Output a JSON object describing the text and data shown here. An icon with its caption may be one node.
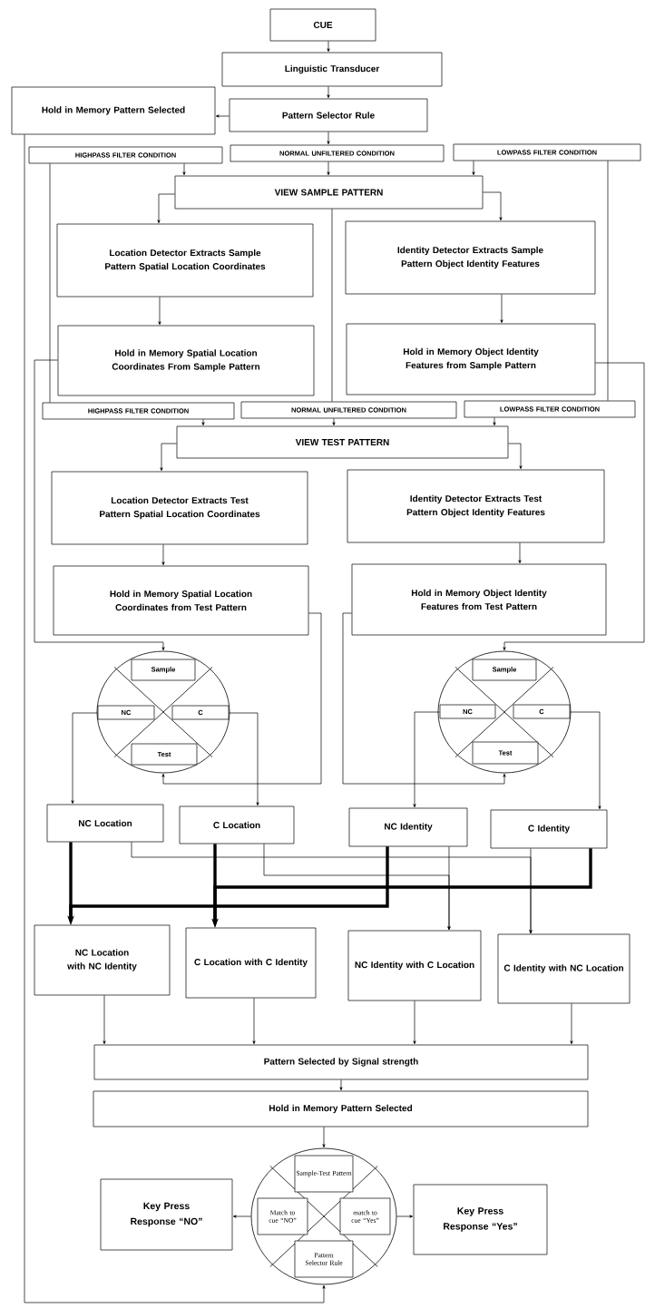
{
  "diagram": {
    "nodes": [
      {
        "text": [
          "CUE"
        ]
      },
      {
        "text": [
          "Linguistic Transducer"
        ]
      },
      {
        "text": [
          "Hold in Memory Pattern Selected"
        ]
      },
      {
        "text": [
          "Pattern Selector Rule"
        ]
      },
      {
        "text": [
          "HIGHPASS FILTER CONDITION"
        ]
      },
      {
        "text": [
          "NORMAL UNFILTERED CONDITION"
        ]
      },
      {
        "text": [
          "LOWPASS FILTER CONDITION"
        ]
      },
      {
        "text": [
          "VIEW SAMPLE PATTERN"
        ]
      },
      {
        "text": [
          "Location Detector Extracts Sample Pattern Spatial Location Coordinates"
        ]
      },
      {
        "text": [
          "Identity Detector Extracts Sample Pattern Object Identity Features"
        ]
      },
      {
        "text": [
          "Hold in Memory Spatial Location Coordinates From Sample Pattern"
        ]
      },
      {
        "text": [
          "Hold in Memory Object Identity Features from Sample Pattern"
        ]
      },
      {
        "text": [
          "HIGHPASS FILTER CONDITION"
        ]
      },
      {
        "text": [
          "NORMAL UNFILTERED CONDITION"
        ]
      },
      {
        "text": [
          "LOWPASS FILTER CONDITION"
        ]
      },
      {
        "text": [
          "VIEW TEST PATTERN"
        ]
      },
      {
        "text": [
          "Location Detector Extracts Test Pattern Spatial Location Coordinates"
        ]
      },
      {
        "text": [
          "Identity Detector Extracts Test Pattern Object Identity Features"
        ]
      },
      {
        "text": [
          "Hold in Memory Spatial Location Coordinates from Test Pattern"
        ]
      },
      {
        "text": [
          "Hold in Memory Object Identity Features from Test Pattern"
        ]
      },
      {
        "text": [],
        "shape": "circle"
      },
      {
        "text": [
          "Sample"
        ],
        "in": 20
      },
      {
        "text": [
          "NC"
        ],
        "in": 20
      },
      {
        "text": [
          "C"
        ],
        "in": 20
      },
      {
        "text": [
          "Test"
        ],
        "in": 20
      },
      {
        "text": [],
        "shape": "circle"
      },
      {
        "text": [
          "Sample"
        ],
        "in": 25
      },
      {
        "text": [
          "NC"
        ],
        "in": 25
      },
      {
        "text": [
          "C"
        ],
        "in": 25
      },
      {
        "text": [
          "Test"
        ],
        "in": 25
      },
      {
        "text": [
          "NC Location"
        ]
      },
      {
        "text": [
          "C Location"
        ]
      },
      {
        "text": [
          "NC Identity"
        ]
      },
      {
        "text": [
          "C Identity"
        ]
      },
      {
        "text": [
          "NC Location with NC Identity"
        ]
      },
      {
        "text": [
          "C Location with C Identity"
        ]
      },
      {
        "text": [
          "NC Identity with C Location"
        ]
      },
      {
        "text": [
          "C Identity with NC Location"
        ]
      },
      {
        "text": [
          "Pattern Selected by Signal strength"
        ]
      },
      {
        "text": [
          "Hold in Memory Pattern Selected"
        ]
      },
      {
        "text": [],
        "shape": "circle"
      },
      {
        "text": [
          "Sample-Test Pattern"
        ],
        "in": 40
      },
      {
        "text": [
          "Match to cue “NO”"
        ],
        "in": 40
      },
      {
        "text": [
          "match to cue “Yes”"
        ],
        "in": 40
      },
      {
        "text": [
          "Pattern Selector Rule"
        ],
        "in": 40
      },
      {
        "text": [
          "Key Press Response “NO”"
        ]
      },
      {
        "text": [
          "Key Press Response “Yes”"
        ]
      }
    ],
    "edges": [
      {
        "from": 0,
        "to": 1,
        "arrow": "to"
      },
      {
        "from": 1,
        "to": 3,
        "arrow": "to"
      },
      {
        "from": 3,
        "to": 2,
        "arrow": "to"
      },
      {
        "from": 3,
        "to": 5,
        "arrow": "to"
      },
      {
        "from": 4,
        "to": 7,
        "arrow": "to"
      },
      {
        "from": 5,
        "to": 7,
        "arrow": "to"
      },
      {
        "from": 6,
        "to": 7,
        "arrow": "to"
      },
      {
        "from": 7,
        "to": 8,
        "arrow": "to"
      },
      {
        "from": 7,
        "to": 9,
        "arrow": "to"
      },
      {
        "from": 8,
        "to": 10,
        "arrow": "to"
      },
      {
        "from": 9,
        "to": 11,
        "arrow": "to"
      },
      {
        "from": 7,
        "to": 13,
        "arrow": "none"
      },
      {
        "from": 4,
        "to": 12,
        "arrow": "none"
      },
      {
        "from": 6,
        "to": 14,
        "arrow": "none"
      },
      {
        "from": 10,
        "to": 20,
        "arrow": "to"
      },
      {
        "from": 11,
        "to": 25,
        "arrow": "to"
      },
      {
        "from": 12,
        "to": 15,
        "arrow": "to"
      },
      {
        "from": 13,
        "to": 15,
        "arrow": "to"
      },
      {
        "from": 14,
        "to": 15,
        "arrow": "to"
      },
      {
        "from": 15,
        "to": 16,
        "arrow": "to"
      },
      {
        "from": 15,
        "to": 17,
        "arrow": "to"
      },
      {
        "from": 16,
        "to": 18,
        "arrow": "to"
      },
      {
        "from": 17,
        "to": 19,
        "arrow": "to"
      },
      {
        "from": 18,
        "to": 20,
        "arrow": "to"
      },
      {
        "from": 19,
        "to": 25,
        "arrow": "to"
      },
      {
        "from": 22,
        "to": 30,
        "arrow": "to"
      },
      {
        "from": 23,
        "to": 31,
        "arrow": "to"
      },
      {
        "from": 27,
        "to": 32,
        "arrow": "to"
      },
      {
        "from": 28,
        "to": 33,
        "arrow": "to"
      },
      {
        "from": 30,
        "to": 34,
        "arrow": "to",
        "style": "thick"
      },
      {
        "from": 32,
        "to": 34,
        "arrow": "to",
        "style": "thick"
      },
      {
        "from": 31,
        "to": 35,
        "arrow": "to",
        "style": "thick"
      },
      {
        "from": 33,
        "to": 35,
        "arrow": "to",
        "style": "thick"
      },
      {
        "from": 31,
        "to": 36,
        "arrow": "to"
      },
      {
        "from": 32,
        "to": 36,
        "arrow": "to"
      },
      {
        "from": 30,
        "to": 37,
        "arrow": "to"
      },
      {
        "from": 33,
        "to": 37,
        "arrow": "to"
      },
      {
        "from": 34,
        "to": 38,
        "arrow": "to"
      },
      {
        "from": 35,
        "to": 38,
        "arrow": "to"
      },
      {
        "from": 36,
        "to": 38,
        "arrow": "to"
      },
      {
        "from": 37,
        "to": 38,
        "arrow": "to"
      },
      {
        "from": 38,
        "to": 39,
        "arrow": "to"
      },
      {
        "from": 39,
        "to": 40,
        "arrow": "to"
      },
      {
        "from": 40,
        "to": 45,
        "arrow": "to"
      },
      {
        "from": 40,
        "to": 46,
        "arrow": "to"
      },
      {
        "from": 2,
        "to": 40,
        "arrow": "to"
      }
    ]
  }
}
